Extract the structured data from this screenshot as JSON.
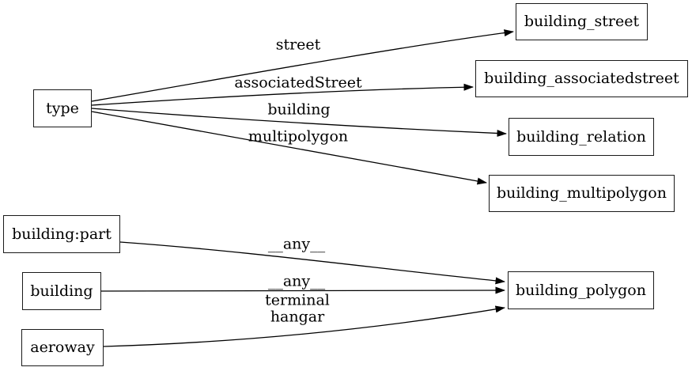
{
  "diagram": {
    "type": "directed-graph",
    "colors": {
      "background": "#ffffff",
      "node_border": "#1a1a1a",
      "edge_stroke": "#000000",
      "text": "#000000"
    },
    "nodes": {
      "type": {
        "label": "type"
      },
      "building_part": {
        "label": "building:part"
      },
      "building": {
        "label": "building"
      },
      "aeroway": {
        "label": "aeroway"
      },
      "building_street": {
        "label": "building_street"
      },
      "building_associatedstreet": {
        "label": "building_associatedstreet"
      },
      "building_relation": {
        "label": "building_relation"
      },
      "building_multipolygon": {
        "label": "building_multipolygon"
      },
      "building_polygon": {
        "label": "building_polygon"
      }
    },
    "edges": [
      {
        "from": "type",
        "to": "building_street",
        "label": "street"
      },
      {
        "from": "type",
        "to": "building_associatedstreet",
        "label": "associatedStreet"
      },
      {
        "from": "type",
        "to": "building_relation",
        "label": "building"
      },
      {
        "from": "type",
        "to": "building_multipolygon",
        "label": "multipolygon"
      },
      {
        "from": "building_part",
        "to": "building_polygon",
        "label": "__any__"
      },
      {
        "from": "building",
        "to": "building_polygon",
        "label": "__any__"
      },
      {
        "from": "aeroway",
        "to": "building_polygon",
        "labels": [
          "terminal",
          "hangar"
        ]
      }
    ]
  }
}
